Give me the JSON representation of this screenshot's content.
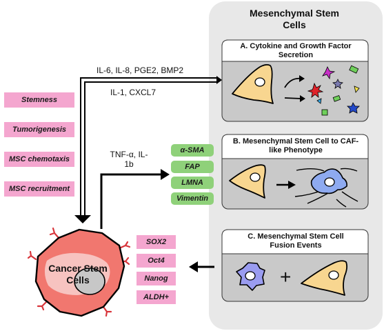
{
  "msc_title": "Mesenchymal Stem Cells",
  "panel_a": {
    "title": "A. Cytokine and Growth Factor Secretion"
  },
  "panel_b": {
    "title": "B. Mesenchymal Stem Cell to CAF-like Phenotype"
  },
  "panel_c": {
    "title": "C. Mesenchymal Stem Cell Fusion Events",
    "plus": "+"
  },
  "arrow_labels": {
    "msc_to_csc_top": "IL-6, IL-8, PGE2, BMP2",
    "msc_to_csc_bottom": "IL-1, CXCL7",
    "csc_to_msc": "TNF-α, IL-1b"
  },
  "effects_left": [
    "Stemness",
    "Tumorigenesis",
    "MSC chemotaxis",
    "MSC recruitment"
  ],
  "caf_markers": [
    "α-SMA",
    "FAP",
    "LMNA",
    "Vimentin"
  ],
  "stem_markers": [
    "SOX2",
    "Oct4",
    "Nanog",
    "ALDH+"
  ],
  "cancer_stem_cell": {
    "label": "Cancer Stem Cells"
  },
  "colors": {
    "msc_background": "#e8e8e8",
    "panel_body": "#c9c9c9",
    "pink_tag": "#f4a6cf",
    "green_tag": "#8fd17a",
    "msc_cell": "#f8d690",
    "caf_cell": "#8eaaf0",
    "fusion_cell": "#9a9cf0",
    "cancer_cell": "#f1776f"
  }
}
